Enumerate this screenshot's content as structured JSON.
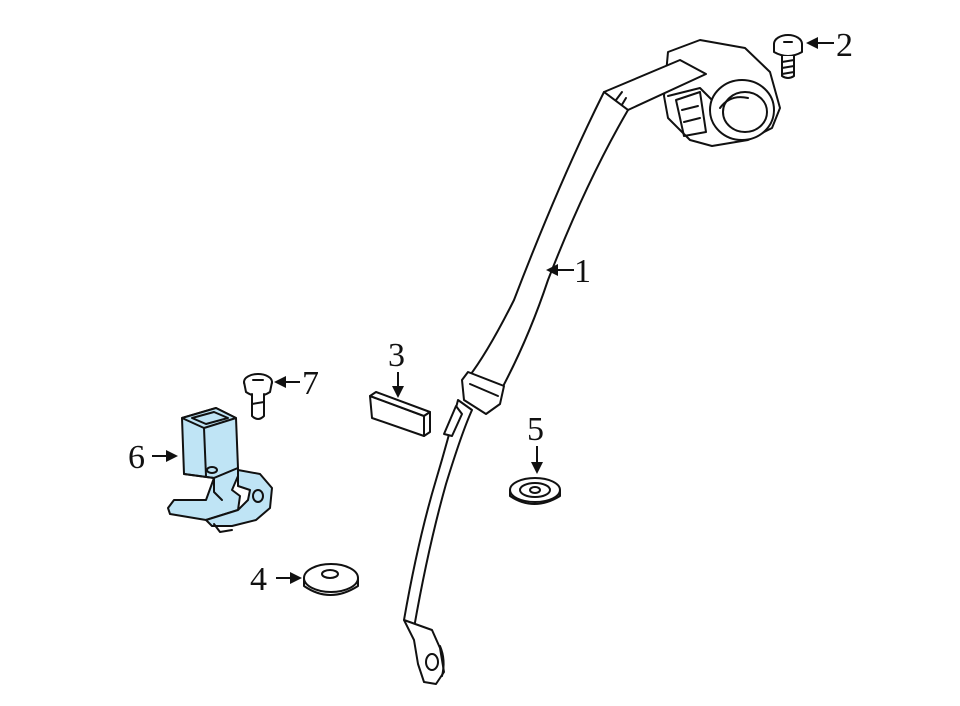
{
  "colors": {
    "highlight": "#bfe4f5",
    "line": "#111111",
    "background": "#ffffff"
  },
  "callouts": [
    {
      "id": "1",
      "label": "1"
    },
    {
      "id": "2",
      "label": "2"
    },
    {
      "id": "3",
      "label": "3"
    },
    {
      "id": "4",
      "label": "4"
    },
    {
      "id": "5",
      "label": "5"
    },
    {
      "id": "6",
      "label": "6"
    },
    {
      "id": "7",
      "label": "7"
    }
  ]
}
